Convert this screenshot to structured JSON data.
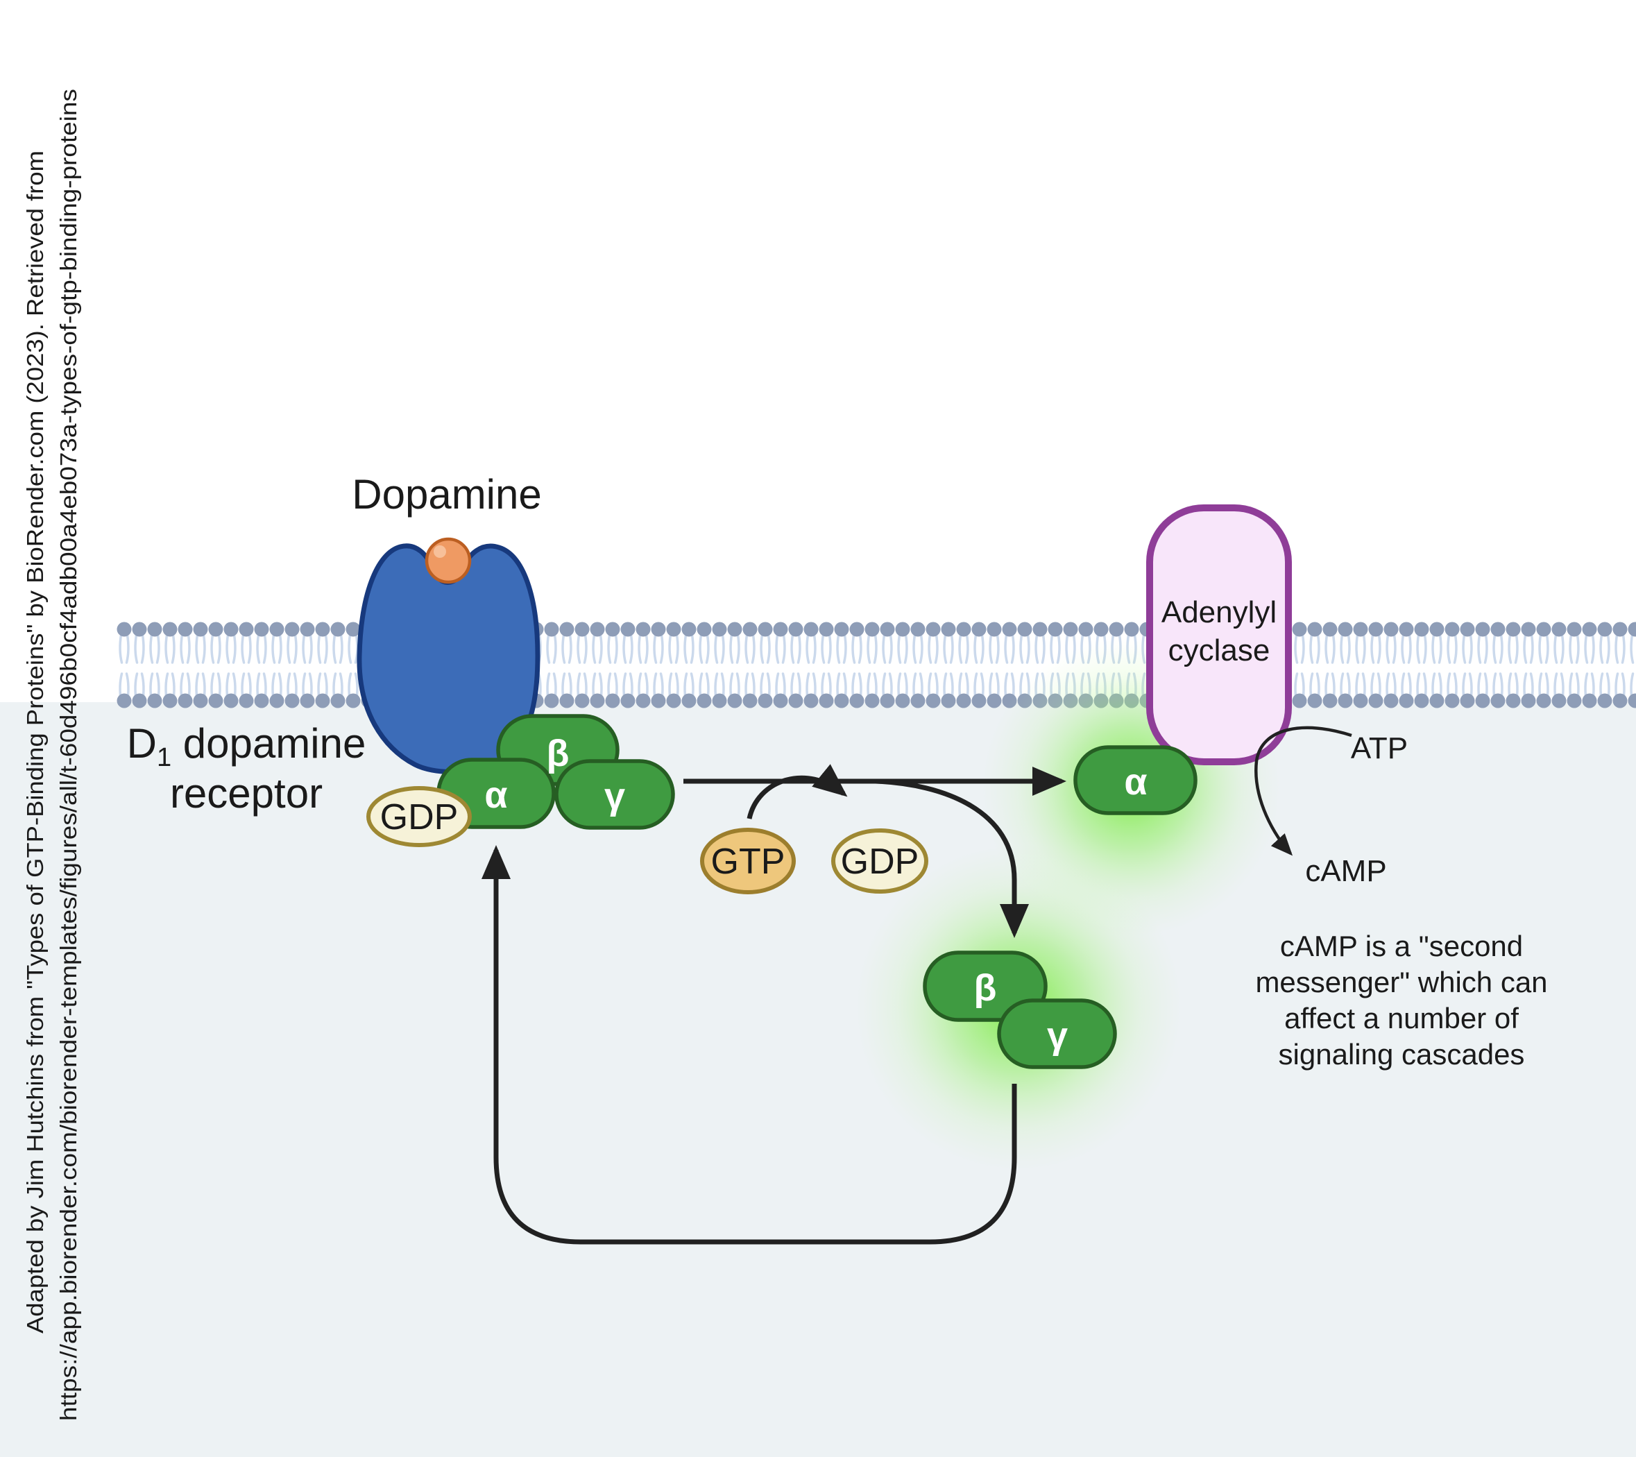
{
  "citation": {
    "line1": "Adapted by Jim Hutchins from \"Types of GTP-Binding Proteins\" by BioRender.com (2023). Retrieved from",
    "line2": "https://app.biorender.com/biorender-templates/figures/all/t-60d496b0cf4adb00a4eb073a-types-of-gtp-binding-proteins"
  },
  "labels": {
    "dopamine": "Dopamine",
    "receptor_d": "D",
    "receptor_sub": "1",
    "receptor_rest": " dopamine",
    "receptor_line2": "receptor",
    "adenylyl_line1": "Adenylyl",
    "adenylyl_line2": "cyclase",
    "atp": "ATP",
    "camp": "cAMP",
    "gdp_bound": "GDP",
    "gtp_free": "GTP",
    "gdp_free": "GDP",
    "alpha": "α",
    "beta": "β",
    "gamma": "γ",
    "alpha_active": "α",
    "beta_released": "β",
    "gamma_released": "γ"
  },
  "note": {
    "line1": "cAMP is a \"second",
    "line2": "messenger\" which can",
    "line3": "affect a number of",
    "line4": "signaling cascades"
  },
  "colors": {
    "extracellular": "#ffffff",
    "cytoplasm": "#edf2f4",
    "membrane_head": "#8e9db7",
    "membrane_tail": "#cbd9ec",
    "receptor_fill": "#3c6cb8",
    "receptor_border": "#17397d",
    "dopamine_fill": "#ef9a63",
    "dopamine_border": "#bc5f22",
    "dopamine_highlight": "#f7c09a",
    "g_protein_fill": "#3f9b41",
    "g_protein_border": "#265e23",
    "glow_green": "#7ceb43",
    "gdp_fill": "#f6f2d8",
    "gdp_border": "#9e8833",
    "gtp_fill": "#eec77c",
    "gtp_border": "#9c7e2d",
    "cyclase_fill": "#f8e6fa",
    "cyclase_border": "#8f3d98",
    "arrow": "#212121"
  }
}
